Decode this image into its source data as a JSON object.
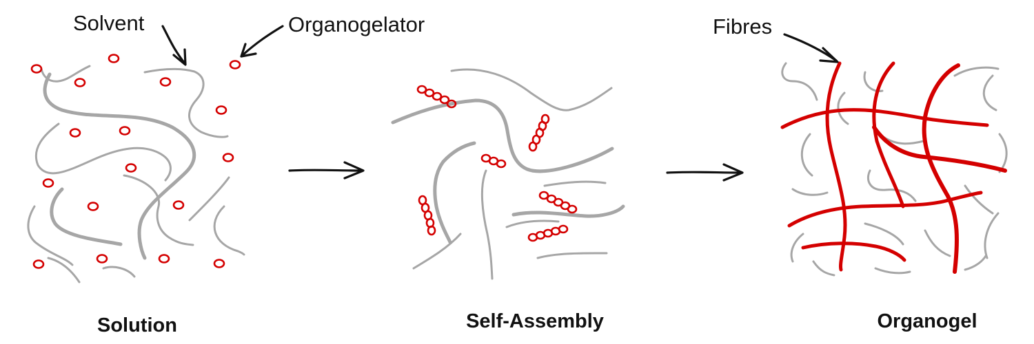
{
  "labels": {
    "solvent": "Solvent",
    "organogelator": "Organogelator",
    "fibres": "Fibres"
  },
  "stages": [
    {
      "title": "Solution"
    },
    {
      "title": "Self-Assembly"
    },
    {
      "title": "Organogel"
    }
  ],
  "colors": {
    "solvent": "#a6a6a6",
    "organogelator": "#d40000",
    "fibre": "#d40000",
    "arrow": "#111111",
    "text": "#111111"
  }
}
